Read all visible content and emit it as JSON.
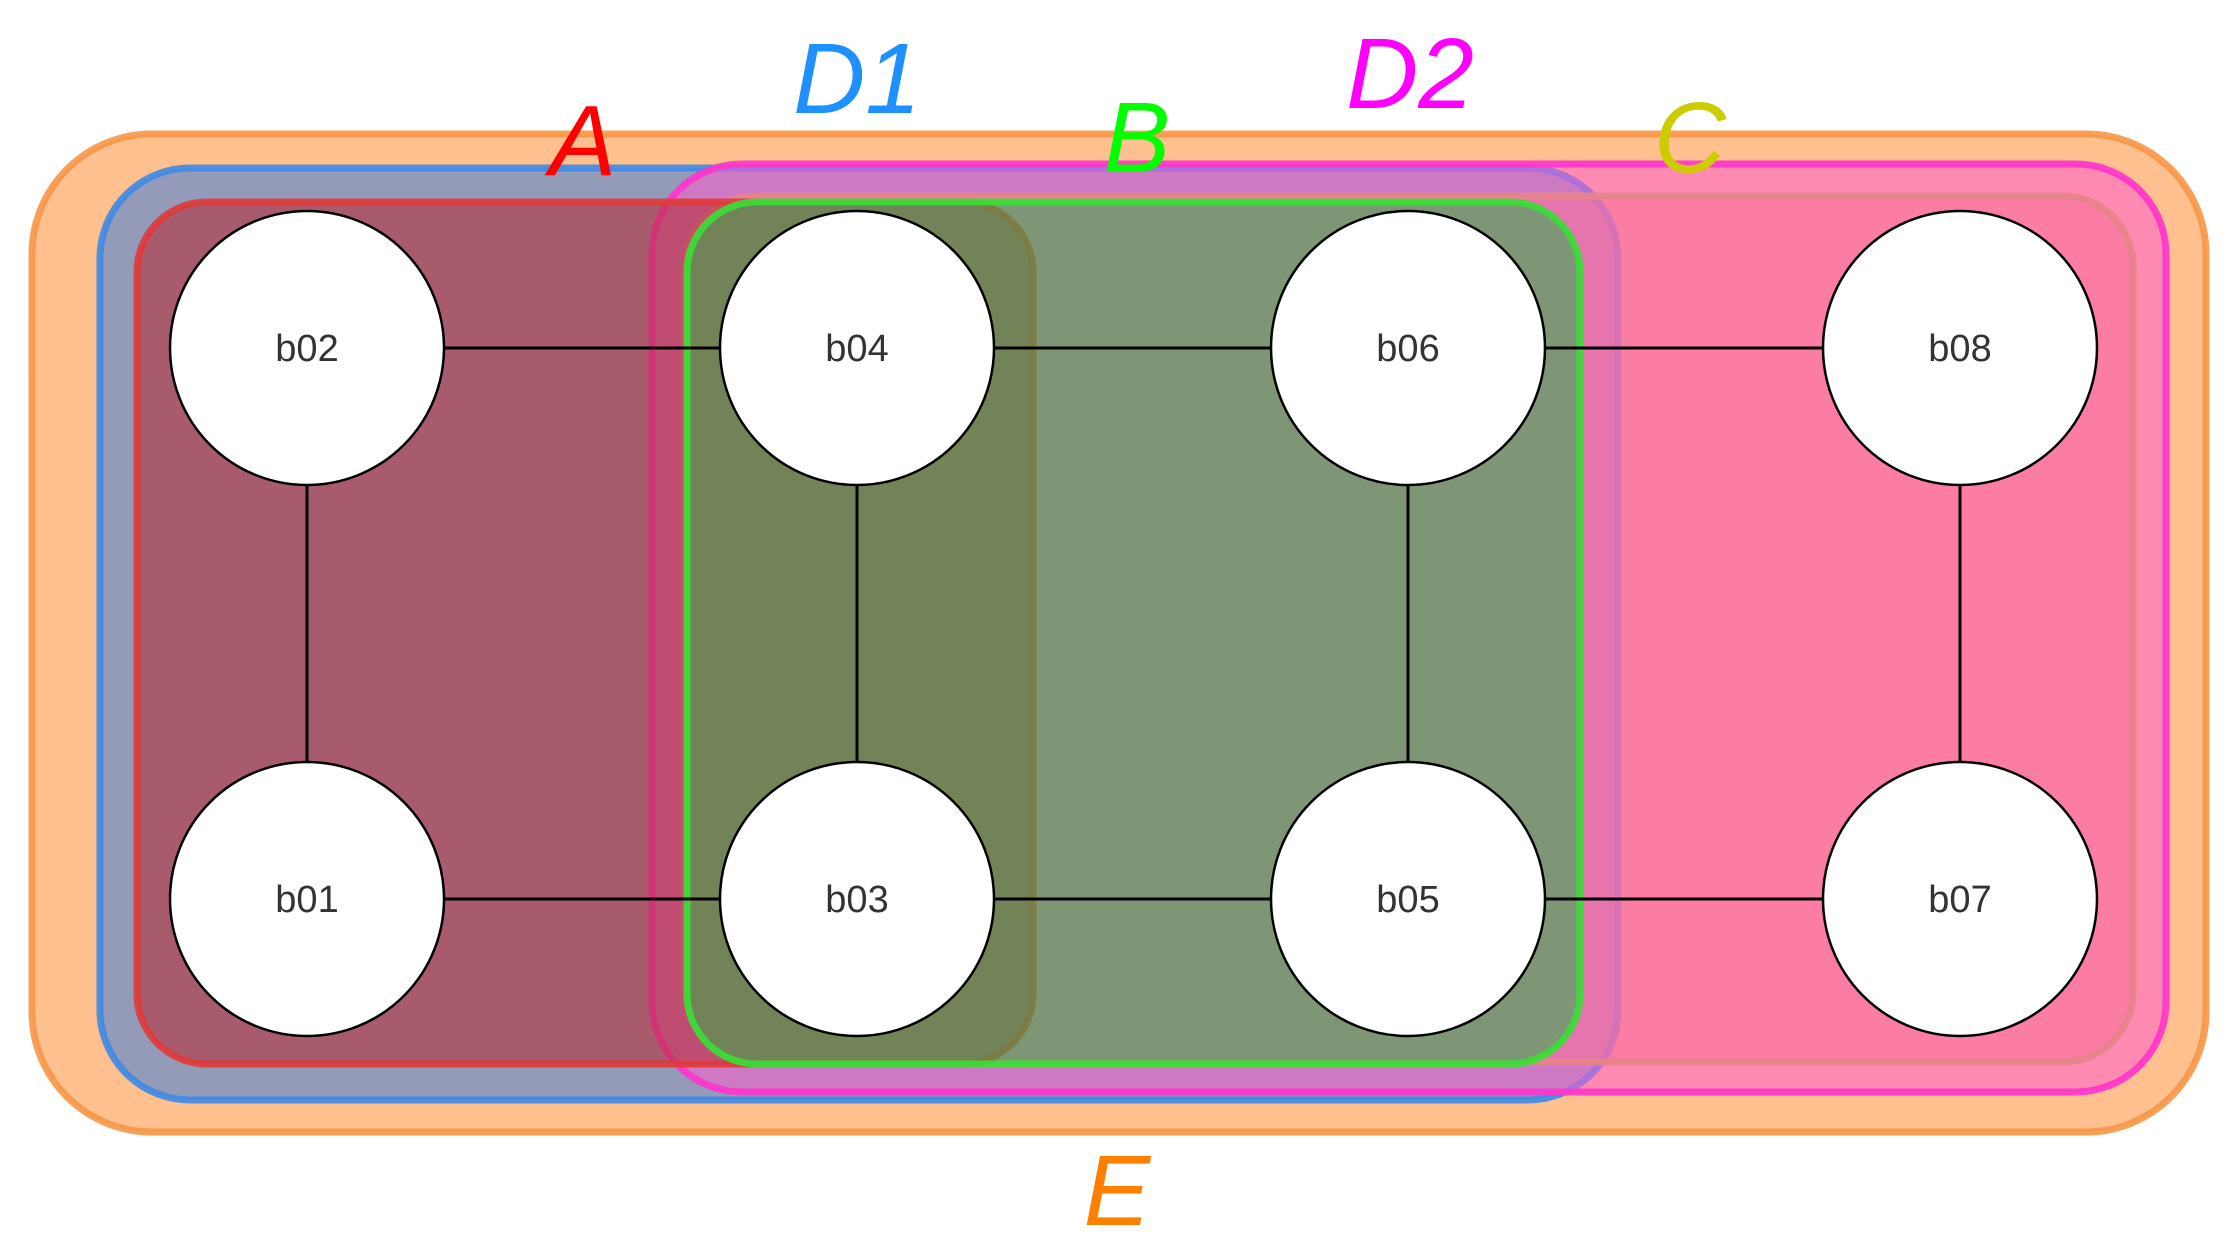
{
  "groups": [
    {
      "id": "E",
      "label": "E",
      "fill": "#fdb57a",
      "stroke": "#f79646",
      "label_color": "#ff7f00"
    },
    {
      "id": "D1",
      "label": "D1",
      "fill": "#6f8fc7",
      "stroke": "#3e8ae6",
      "label_color": "#1e90ff"
    },
    {
      "id": "C",
      "label": "C",
      "fill": "#f08c5a",
      "stroke": "#c9b23a",
      "label_color": "#cccc00"
    },
    {
      "id": "D2",
      "label": "D2",
      "fill": "#ff5ccd",
      "stroke": "#ff33cc",
      "label_color": "#ff00ff"
    },
    {
      "id": "A",
      "label": "A",
      "fill": "#b5303a",
      "stroke": "#e03a3a",
      "label_color": "#ff0000"
    },
    {
      "id": "B",
      "label": "B",
      "fill": "#2bb04a",
      "stroke": "#36e036",
      "label_color": "#00ff00"
    }
  ],
  "nodes": [
    {
      "id": "b01",
      "label": "b01"
    },
    {
      "id": "b02",
      "label": "b02"
    },
    {
      "id": "b03",
      "label": "b03"
    },
    {
      "id": "b04",
      "label": "b04"
    },
    {
      "id": "b05",
      "label": "b05"
    },
    {
      "id": "b06",
      "label": "b06"
    },
    {
      "id": "b07",
      "label": "b07"
    },
    {
      "id": "b08",
      "label": "b08"
    }
  ],
  "edges": [
    [
      "b02",
      "b04"
    ],
    [
      "b04",
      "b06"
    ],
    [
      "b06",
      "b08"
    ],
    [
      "b01",
      "b03"
    ],
    [
      "b03",
      "b05"
    ],
    [
      "b05",
      "b07"
    ],
    [
      "b02",
      "b01"
    ],
    [
      "b04",
      "b03"
    ],
    [
      "b06",
      "b05"
    ],
    [
      "b08",
      "b07"
    ]
  ]
}
